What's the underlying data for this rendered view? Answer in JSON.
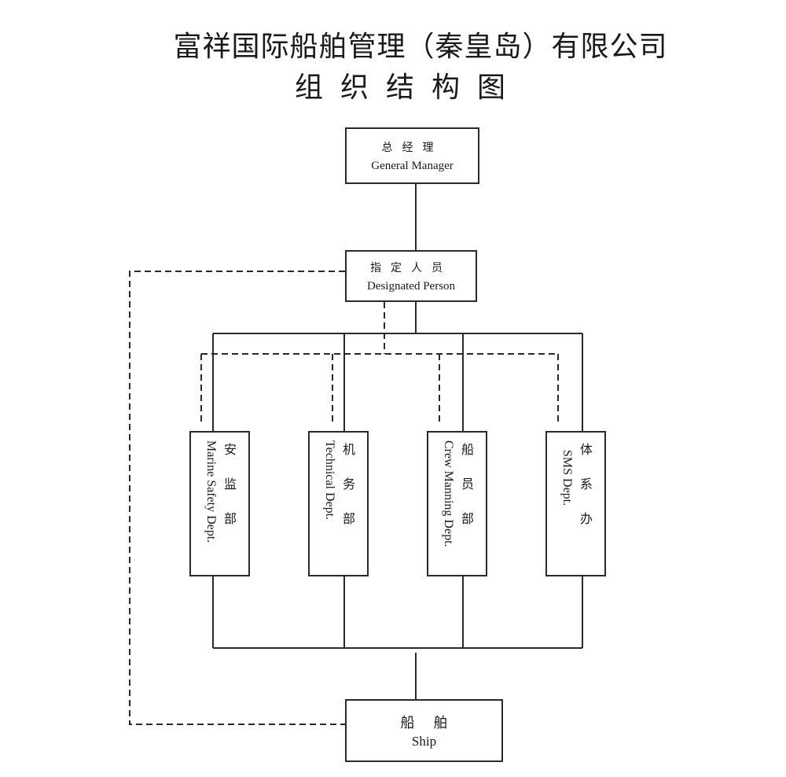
{
  "title": {
    "main": "富祥国际船舶管理（秦皇岛）有限公司",
    "sub": "组织结构图"
  },
  "nodes": {
    "general_manager": {
      "zh": "总经理",
      "en": "General Manager"
    },
    "designated_person": {
      "zh": "指定人员",
      "en": "Designated Person"
    },
    "ship": {
      "zh": "船舶",
      "en": "Ship"
    }
  },
  "departments": [
    {
      "zh": [
        "安",
        "监",
        "部"
      ],
      "en": "Marine Safety Dept."
    },
    {
      "zh": [
        "机",
        "务",
        "部"
      ],
      "en": "Technical Dept."
    },
    {
      "zh": [
        "船",
        "员",
        "部"
      ],
      "en": "Crew Manning Dept."
    },
    {
      "zh": [
        "体",
        "系",
        "办"
      ],
      "en": "SMS Dept."
    }
  ],
  "edges": [
    {
      "from": "general_manager",
      "to": "designated_person",
      "style": "solid"
    },
    {
      "from": "designated_person",
      "to": "departments",
      "style": "solid"
    },
    {
      "from": "designated_person",
      "to": "departments",
      "style": "dashed"
    },
    {
      "from": "departments",
      "to": "ship",
      "style": "solid"
    },
    {
      "from": "designated_person",
      "to": "ship",
      "style": "dashed"
    }
  ]
}
